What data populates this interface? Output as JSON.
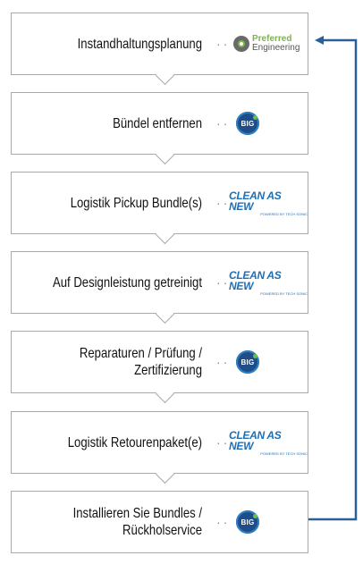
{
  "steps": [
    {
      "label": "Instandhaltungsplanung",
      "logo": "preferred-engineering"
    },
    {
      "label": "Bündel entfernen",
      "logo": "big"
    },
    {
      "label": "Logistik Pickup Bundle(s)",
      "logo": "clean-as-new"
    },
    {
      "label": "Auf Designleistung getreinigt",
      "logo": "clean-as-new"
    },
    {
      "label": "Reparaturen / Prüfung /\nZertifizierung",
      "logo": "big"
    },
    {
      "label": "Logistik Retourenpaket(e)",
      "logo": "clean-as-new"
    },
    {
      "label": "Installieren Sie Bundles /\nRückholservice",
      "logo": "big"
    }
  ],
  "logos": {
    "preferred_engineering": {
      "line1": "Preferred",
      "line2": "Engineering"
    },
    "big": {
      "text": "BIG"
    },
    "clean_as_new": {
      "line1": "CLEAN AS NEW",
      "line2": "POWERED BY TECH SONIC"
    }
  },
  "colors": {
    "connector": "#2b5f97",
    "box_border": "#a9a9a9",
    "clean_as_new": "#1e6fb5",
    "big_badge": "#1f4d8a",
    "preferred_green": "#7ab648"
  }
}
